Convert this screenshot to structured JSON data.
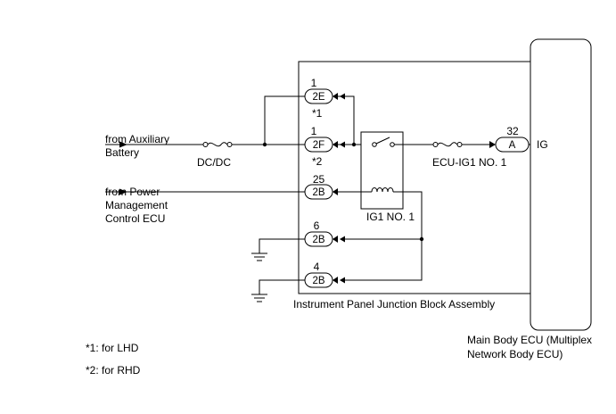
{
  "sources": {
    "aux_battery": [
      "from Auxiliary",
      "Battery"
    ],
    "power_ecu": [
      "from Power",
      "Management",
      "Control ECU"
    ]
  },
  "fuses": {
    "dcdc": "DC/DC",
    "ecu_ig1": "ECU-IG1 NO. 1"
  },
  "relay": {
    "label": "IG1 NO. 1"
  },
  "junction_block": {
    "label": "Instrument Panel Junction Block Assembly"
  },
  "connectors": [
    {
      "id": "2E",
      "pin": "1",
      "note": "*1"
    },
    {
      "id": "2F",
      "pin": "1",
      "note": "*2"
    },
    {
      "id": "2B",
      "pin": "25"
    },
    {
      "id": "2B",
      "pin": "6"
    },
    {
      "id": "2B",
      "pin": "4"
    }
  ],
  "ecu": {
    "connector_id": "A",
    "pin": "32",
    "terminal": "IG",
    "label": [
      "Main Body ECU (Multiplex",
      "Network Body ECU)"
    ]
  },
  "notes": [
    "*1: for LHD",
    "*2: for RHD"
  ]
}
